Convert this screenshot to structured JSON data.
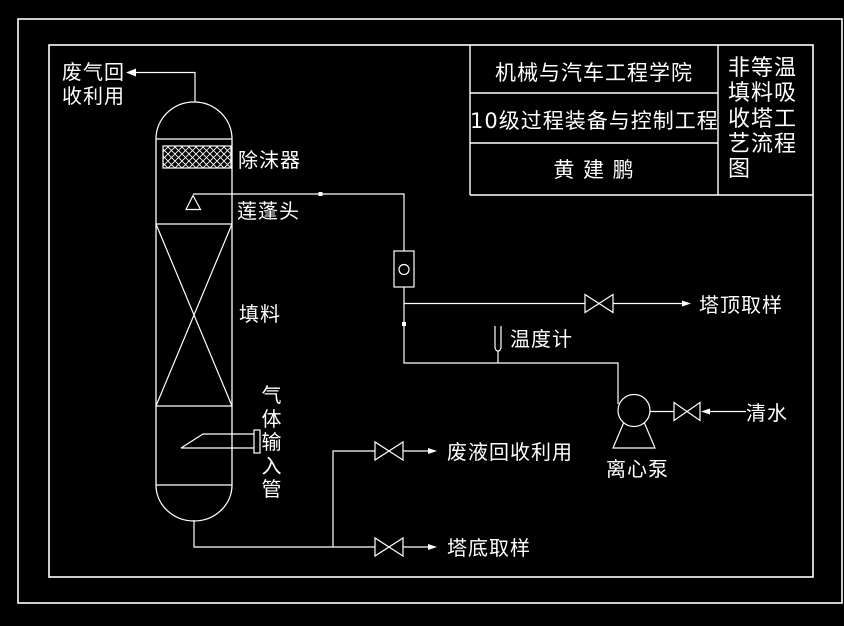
{
  "colors": {
    "background": "#000000",
    "line": "#ffffff",
    "text": "#ffffff"
  },
  "title_block": {
    "institution": "机械与汽车工程学院",
    "program": "10级过程装备与控制工程",
    "author": "黄 建 鹏",
    "drawing_title": "非等温填料吸收塔工艺流程图"
  },
  "labels": {
    "waste_gas_recovery": "废气回收利用",
    "demister": "除沫器",
    "shower_head": "莲蓬头",
    "packing": "填料",
    "gas_inlet_pipe": "气体输入管",
    "top_sampling": "塔顶取样",
    "thermometer": "温度计",
    "clean_water": "清水",
    "centrifugal_pump": "离心泵",
    "waste_liquid_recovery": "废液回收利用",
    "bottom_sampling": "塔底取样"
  },
  "symbols": {
    "valve": "bowtie-valve",
    "pump": "circle-with-trapezoid-base",
    "flow_meter": "rectangle-with-circle",
    "thermometer": "u-tube-in-pipe",
    "demister": "crosshatched-band",
    "packing": "x-crossed-section"
  }
}
